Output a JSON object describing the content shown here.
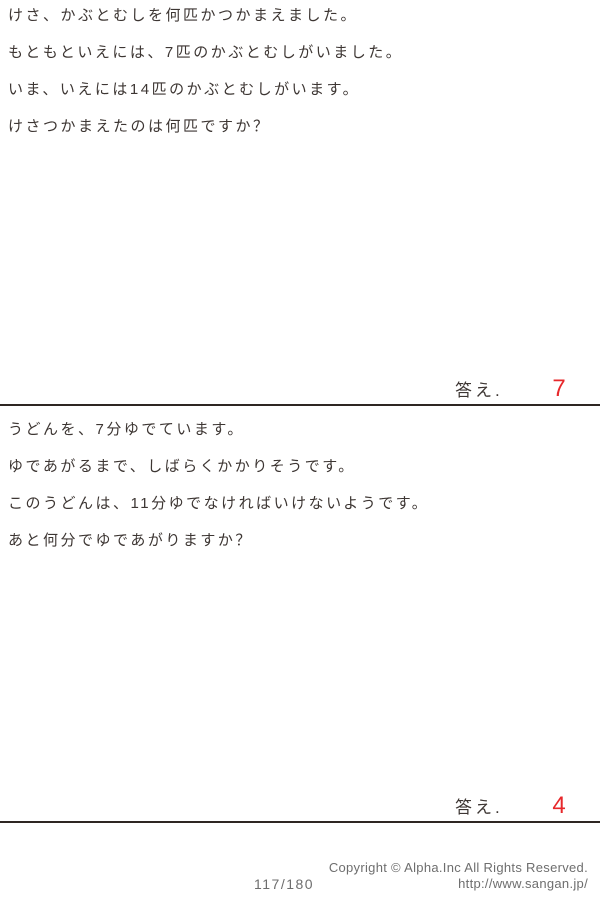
{
  "problems": [
    {
      "lines": [
        "けさ、かぶとむしを何匹かつかまえました。",
        "もともといえには、7匹のかぶとむしがいました。",
        "いま、いえには14匹のかぶとむしがいます。",
        "けさつかまえたのは何匹ですか？"
      ],
      "answer_label": "答え.",
      "answer_value": "7"
    },
    {
      "lines": [
        "うどんを、7分ゆでています。",
        "ゆであがるまで、しばらくかかりそうです。",
        "このうどんは、11分ゆでなければいけないようです。",
        "あと何分でゆであがりますか？"
      ],
      "answer_label": "答え.",
      "answer_value": "4"
    }
  ],
  "footer": {
    "page_number": "117/180",
    "copyright": "Copyright ©  Alpha.Inc All Rights Reserved.",
    "url": "http://www.sangan.jp/"
  },
  "colors": {
    "text": "#3d3633",
    "answer_red": "#e7282b",
    "separator": "#2e2623",
    "footer_gray": "#6e6e6e"
  }
}
